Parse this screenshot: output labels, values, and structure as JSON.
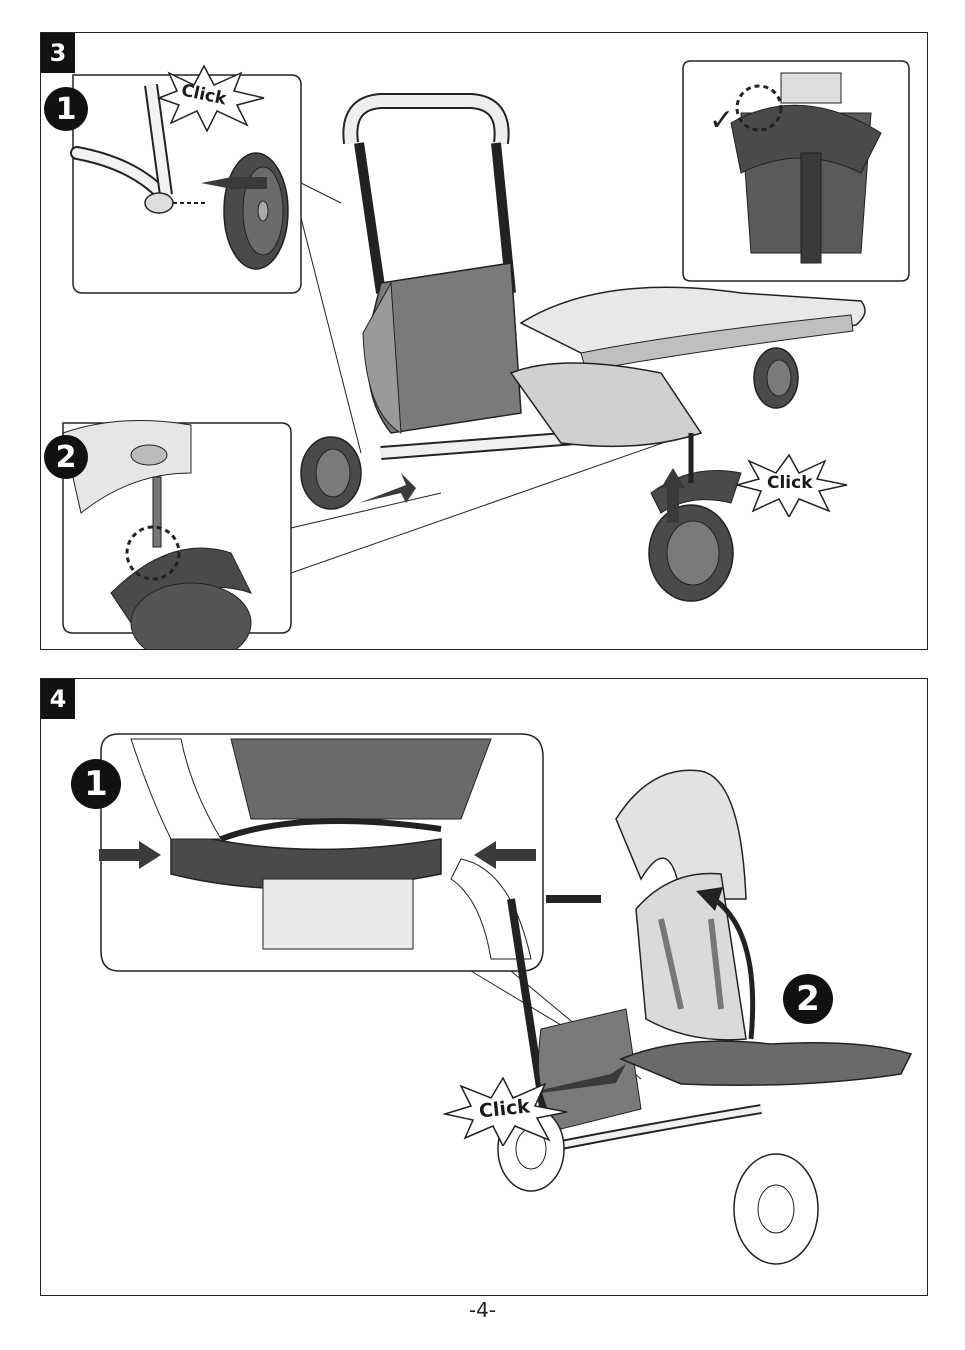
{
  "steps": [
    {
      "number": "3",
      "callouts": [
        "1",
        "2"
      ],
      "click_labels": [
        "Click",
        "Click"
      ]
    },
    {
      "number": "4",
      "callouts": [
        "1",
        "2"
      ],
      "click_labels": [
        "Click"
      ]
    }
  ],
  "check_icon": "checkmark-icon",
  "page_number": "-4-",
  "colors": {
    "dark": "#3d3d3d",
    "mid": "#8a8a8a",
    "light": "#d9d9d9",
    "line": "#222222"
  }
}
